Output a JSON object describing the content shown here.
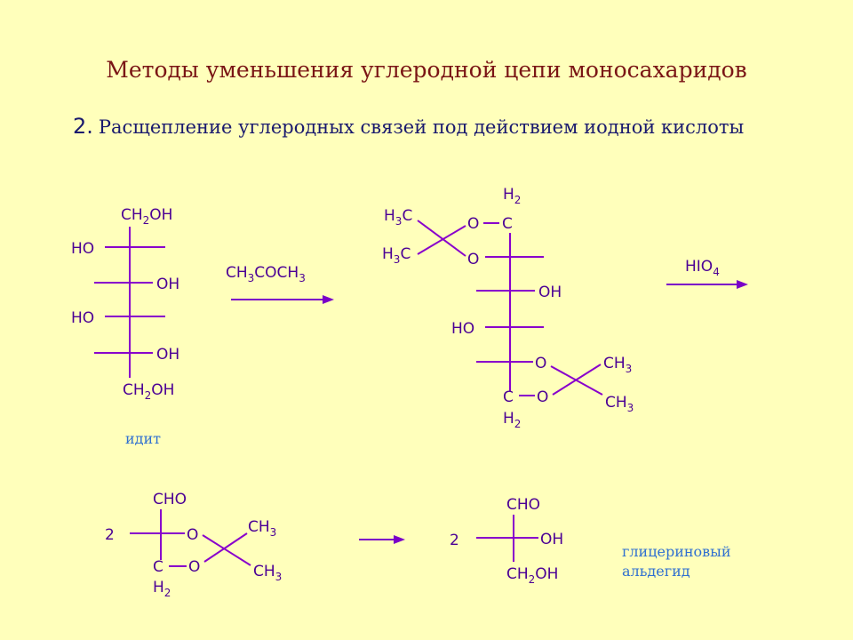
{
  "title": "Методы уменьшения углеродной цепи моносахаридов",
  "subtitle": {
    "number": "2.",
    "text": "Расщепление углеродных связей под действием иодной кислоты"
  },
  "idit": {
    "top": "CH2OH",
    "left1": "HO",
    "right2": "OH",
    "left3": "HO",
    "right4": "OH",
    "bottom": "CH2OH",
    "caption": "идит"
  },
  "reagent1": "CH3COCH3",
  "diacetal": {
    "h2_top": "H2",
    "c_top": "C",
    "h3c_1": "H3C",
    "h3c_2": "H3C",
    "o1": "O",
    "o2": "O",
    "oh": "OH",
    "ho": "HO",
    "o3": "O",
    "o4": "O",
    "ch3_1": "CH3",
    "ch3_2": "CH3",
    "c_bottom": "C",
    "h2_bottom": "H2"
  },
  "reagent2": "HIO4",
  "acetal": {
    "coef": "2",
    "cho": "CHO",
    "o1": "O",
    "o2": "O",
    "c": "C",
    "h2": "H2",
    "ch3_1": "CH3",
    "ch3_2": "CH3"
  },
  "product": {
    "coef": "2",
    "cho": "CHO",
    "oh": "OH",
    "ch2oh": "CH2OH",
    "caption_line1": "глицериновый",
    "caption_line2": "альдегид"
  }
}
